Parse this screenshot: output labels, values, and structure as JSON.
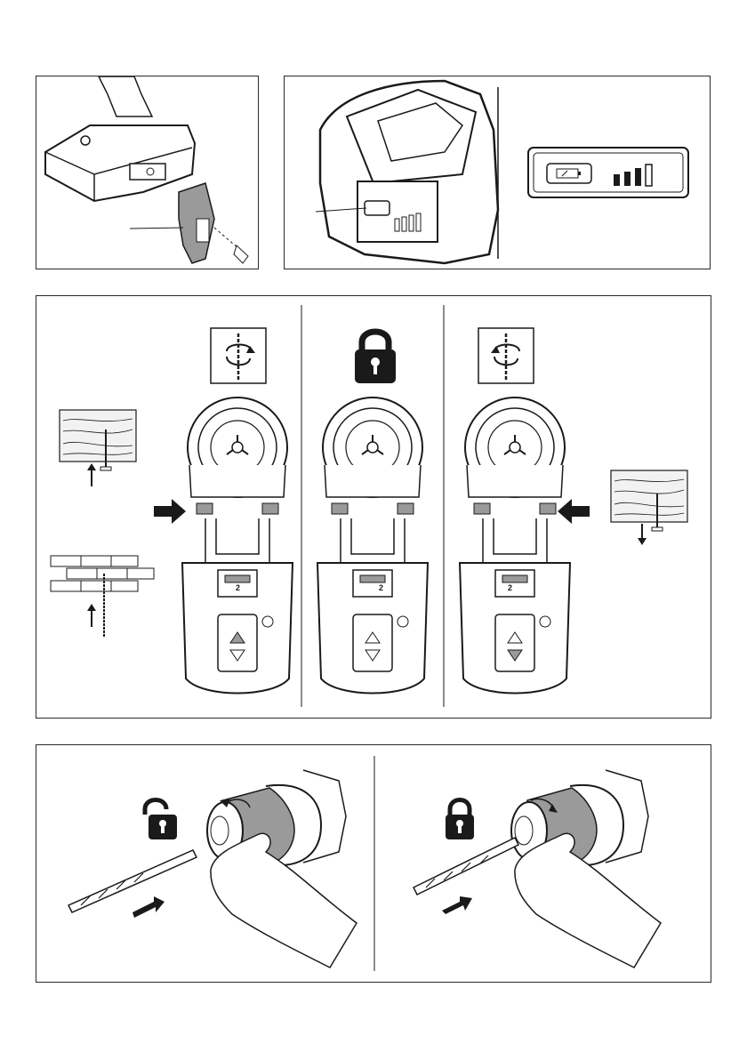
{
  "page": {
    "title": "",
    "figures": [
      {
        "id": "fig-belt-clip",
        "caption": ""
      },
      {
        "id": "fig-battery-indicator",
        "caption": ""
      },
      {
        "id": "fig-direction-selector",
        "caption": ""
      },
      {
        "id": "fig-chuck",
        "caption": ""
      }
    ]
  },
  "trigger_labels": {
    "left": "2",
    "middle": "2",
    "right": "2"
  },
  "icons": {
    "forward_rotation": "rotate-clockwise-icon",
    "lock": "padlock-closed-icon",
    "reverse_rotation": "rotate-counterclockwise-icon",
    "unlock": "padlock-open-icon",
    "chuck_lock": "padlock-closed-icon"
  },
  "colors": {
    "line": "#1a1a1a",
    "fill_gray": "#9a9a9a",
    "fill_dark": "#1a1a1a",
    "wood": "#f2f2f2"
  }
}
